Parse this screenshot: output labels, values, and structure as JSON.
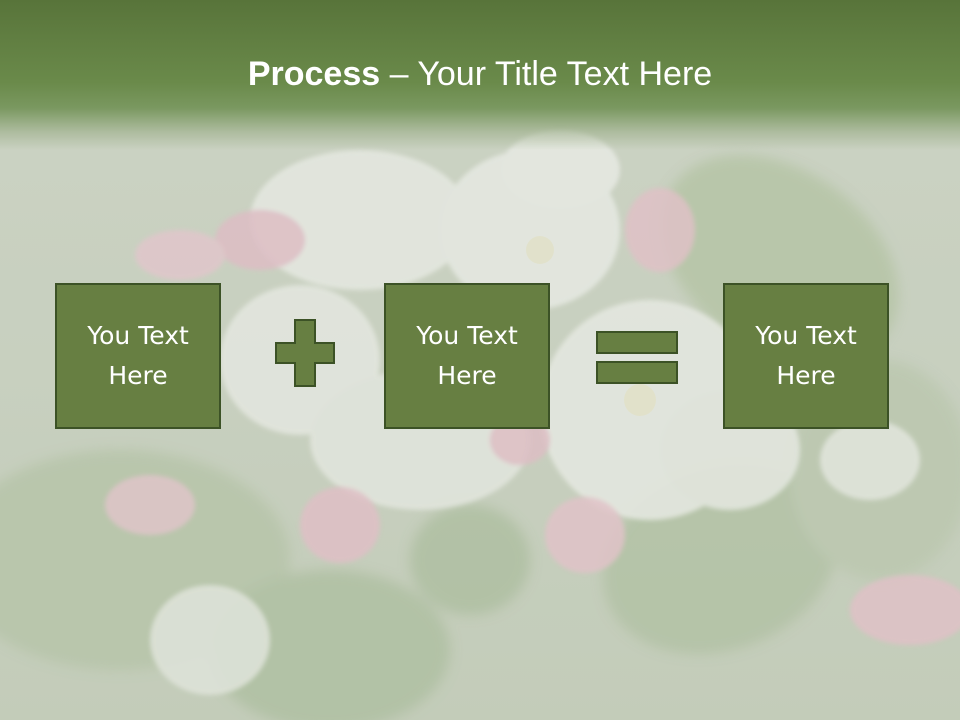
{
  "slide": {
    "title_bold": "Process",
    "title_rest": " – Your Title Text Here"
  },
  "boxes": [
    {
      "label": "You Text\nHere"
    },
    {
      "label": "You Text\nHere"
    },
    {
      "label": "You Text\nHere"
    }
  ],
  "operators": [
    "plus-icon",
    "equals-icon"
  ],
  "colors": {
    "title_bar": "#5f7c40",
    "box_fill": "#677f42",
    "box_border": "#3c5226",
    "operator_fill": "#677f42",
    "text": "#ffffff"
  }
}
